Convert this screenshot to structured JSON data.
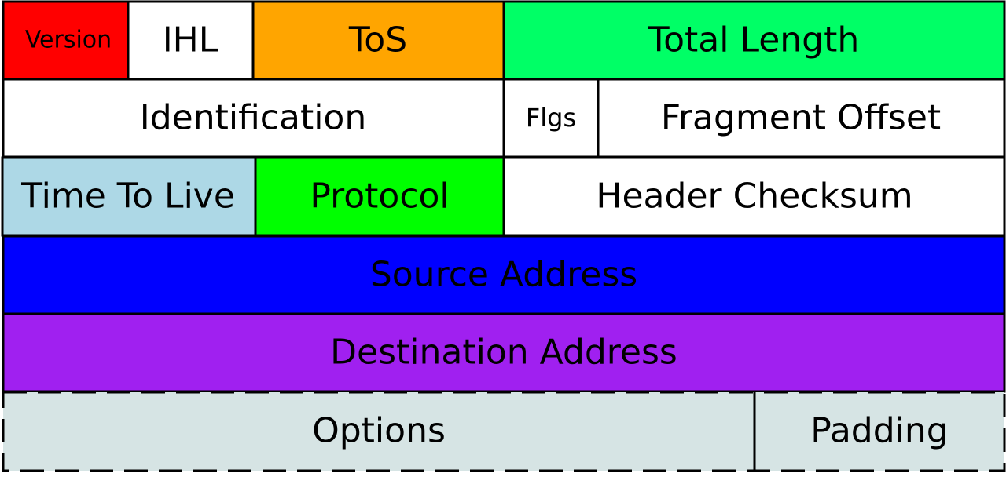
{
  "header": {
    "rows": [
      [
        {
          "id": "version",
          "label": "Version",
          "color": "#ff0000"
        },
        {
          "id": "ihl",
          "label": "IHL",
          "color": "#ffffff"
        },
        {
          "id": "tos",
          "label": "ToS",
          "color": "#ffa500"
        },
        {
          "id": "total-length",
          "label": "Total Length",
          "color": "#00ff66"
        }
      ],
      [
        {
          "id": "identification",
          "label": "Identification",
          "color": "#ffffff"
        },
        {
          "id": "flags",
          "label": "Flgs",
          "color": "#ffffff"
        },
        {
          "id": "fragment-offset",
          "label": "Fragment Offset",
          "color": "#ffffff"
        }
      ],
      [
        {
          "id": "ttl",
          "label": "Time To Live",
          "color": "#add8e6"
        },
        {
          "id": "protocol",
          "label": "Protocol",
          "color": "#00ff00"
        },
        {
          "id": "header-checksum",
          "label": "Header Checksum",
          "color": "#ffffff"
        }
      ],
      [
        {
          "id": "source-address",
          "label": "Source Address",
          "color": "#0000ff"
        }
      ],
      [
        {
          "id": "destination-address",
          "label": "Destination Address",
          "color": "#a020f0"
        }
      ],
      [
        {
          "id": "options",
          "label": "Options",
          "color": "#d6e4e4",
          "dashed": true
        },
        {
          "id": "padding",
          "label": "Padding",
          "color": "#d6e4e4",
          "dashed": true
        }
      ]
    ]
  }
}
